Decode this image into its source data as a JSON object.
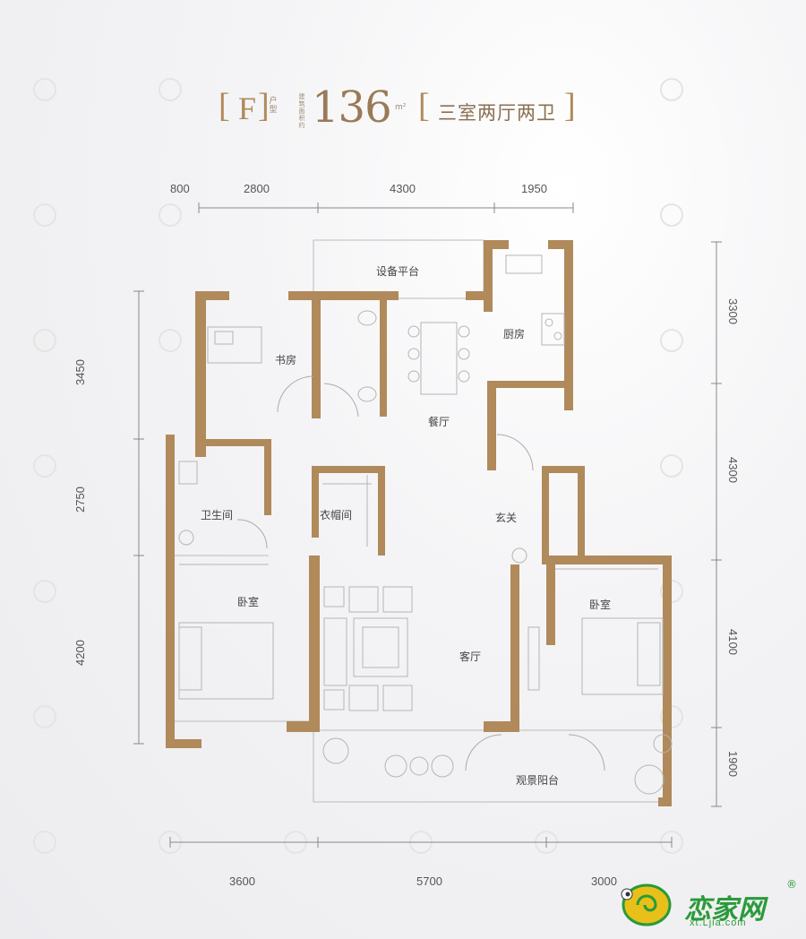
{
  "header": {
    "unit_letter": "F",
    "unit_type_label": "户型",
    "area_label": "建筑面积约",
    "area_value": "136",
    "area_unit": "m²",
    "layout": "三室两厅两卫"
  },
  "dimensions": {
    "top": [
      "800",
      "2800",
      "4300",
      "1950"
    ],
    "bottom": [
      "3600",
      "5700",
      "3000"
    ],
    "left": [
      "3450",
      "2750",
      "4200"
    ],
    "right": [
      "3300",
      "4300",
      "4100",
      "1900"
    ]
  },
  "rooms": {
    "equipment_platform": "设备平台",
    "kitchen": "厨房",
    "study": "书房",
    "dining": "餐厅",
    "bathroom": "卫生间",
    "cloakroom": "衣帽间",
    "foyer": "玄关",
    "bedroom_left": "卧室",
    "bedroom_right": "卧室",
    "living": "客厅",
    "balcony": "观景阳台"
  },
  "logo": {
    "brand": "恋家网",
    "url": "xt.Ljia.com",
    "registered": "®"
  },
  "colors": {
    "wall": "#b08a5a",
    "text_gold": "#9a7a56",
    "logo_green": "#2a9a3a",
    "background": "#f2f2f3"
  }
}
